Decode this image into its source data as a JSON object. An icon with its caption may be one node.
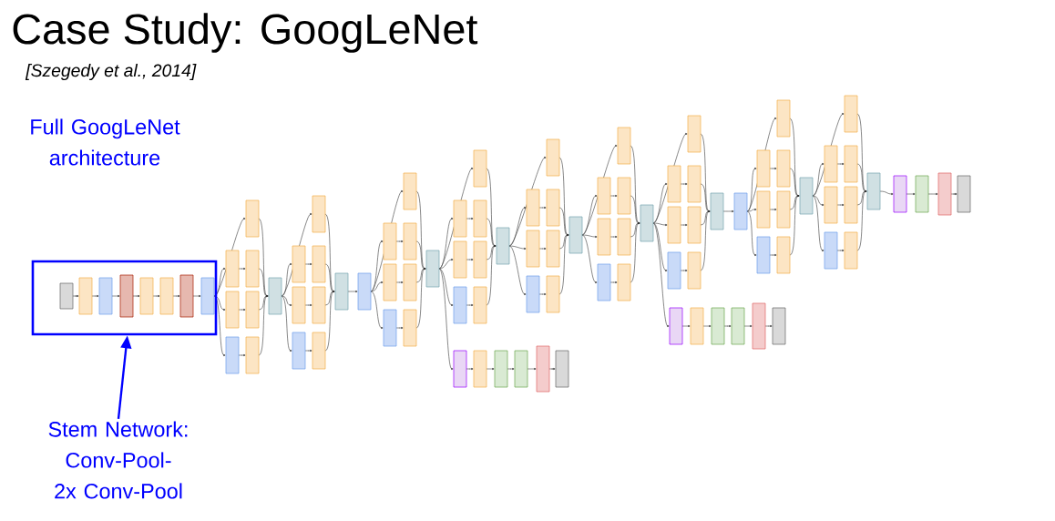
{
  "diagram": {
    "title": "Case Study: GoogLeNet",
    "nodes": [
      {
        "text": [],
        "shape": "box"
      },
      {
        "text": [
          "Stem Network: Conv-Pool- 2x Conv-Pool"
        ]
      }
    ],
    "edges": [
      {
        "from": 1,
        "to": 0,
        "arrow": "to",
        "color": "#0000ff"
      }
    ],
    "labels": [
      "[Szegedy et al., 2014]",
      "Full GoogLeNet architecture"
    ]
  }
}
